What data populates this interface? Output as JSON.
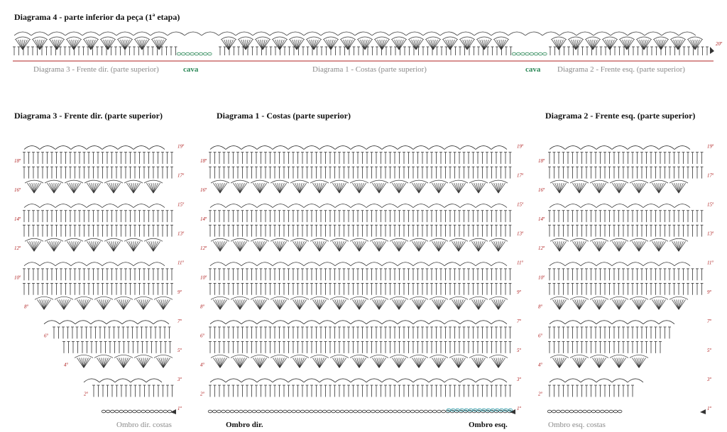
{
  "top": {
    "title": "Diagrama 4 - parte inferior da peça (1ª etapa)",
    "label_right_dir": "Diagrama 3 - Frente dir. (parte superior)",
    "label_cava_left": "cava",
    "label_center": "Diagrama 1 - Costas (parte superior)",
    "label_cava_right": "cava",
    "label_left_esq": "Diagrama 2 - Frente esq. (parte superior)",
    "row_label": "20ª"
  },
  "panels": {
    "left": {
      "title": "Diagrama 3 - Frente dir. (parte superior)",
      "footer": "Ombro dir. costas",
      "rows": [
        "1ª",
        "2ª",
        "3ª",
        "4ª",
        "5ª",
        "6ª",
        "7ª",
        "8ª",
        "9ª",
        "10ª",
        "11ª",
        "12ª",
        "13ª",
        "14ª",
        "15ª",
        "16ª",
        "17ª",
        "18ª",
        "19ª"
      ]
    },
    "center": {
      "title": "Diagrama 1 - Costas (parte superior)",
      "footer_left": "Ombro dir.",
      "footer_right": "Ombro esq.",
      "rows": [
        "1ª",
        "2ª",
        "3ª",
        "4ª",
        "5ª",
        "6ª",
        "7ª",
        "8ª",
        "9ª",
        "10ª",
        "11ª",
        "12ª",
        "13ª",
        "14ª",
        "15ª",
        "16ª",
        "17ª",
        "18ª",
        "19ª"
      ]
    },
    "right": {
      "title": "Diagrama 2 - Frente esq. (parte superior)",
      "footer": "Ombro esq. costas",
      "rows": [
        "1ª",
        "2ª",
        "3ª",
        "4ª",
        "5ª",
        "6ª",
        "7ª",
        "8ª",
        "9ª",
        "10ª",
        "11ª",
        "12ª",
        "13ª",
        "14ª",
        "15ª",
        "16ª",
        "17ª",
        "18ª",
        "19ª"
      ]
    }
  },
  "colors": {
    "ink": "#333333",
    "row_number": "#b02020",
    "accent_green": "#2f8a5a",
    "accent_teal": "#2a9aa8",
    "caption_grey": "#8a8a8a"
  }
}
